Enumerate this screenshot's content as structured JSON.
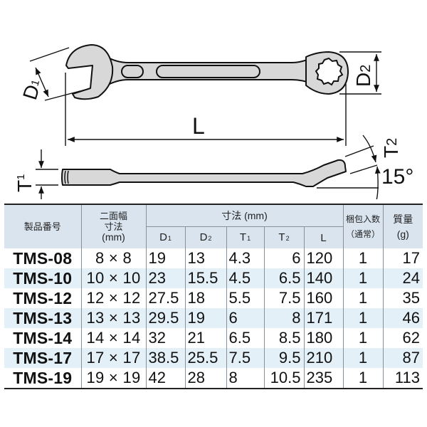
{
  "diagram": {
    "labels": {
      "D1": "D",
      "D1_sub": "1",
      "D2": "D",
      "D2_sub": "2",
      "L": "L",
      "T1": "T",
      "T1_sub": "1",
      "T2": "T",
      "T2_sub": "2",
      "angle": "15°"
    },
    "colors": {
      "wrench_fill": "#d8d8d8",
      "line": "#111111"
    }
  },
  "table": {
    "headers": {
      "model": "製品番号",
      "size_line1": "二面幅",
      "size_line2": "寸法",
      "size_line3": "(mm)",
      "dimensions_group": "寸法 (mm)",
      "packing_line1": "梱包入数",
      "packing_line2": "（通常）",
      "weight_line1": "質量",
      "weight_line2": "(g)",
      "D1": "D",
      "D1_sub": "1",
      "D2": "D",
      "D2_sub": "2",
      "T1": "T",
      "T1_sub": "1",
      "T2": "T",
      "T2_sub": "2",
      "L": "L"
    },
    "colors": {
      "header_bg": "#d9e4ef",
      "stripe_bg": "#e3f0f8",
      "border": "#8a9098"
    },
    "rows": [
      {
        "model": "TMS-08",
        "size": "8 ×  8",
        "D1": "19",
        "D2": "13",
        "T1": "4.3",
        "T2": "6",
        "L": "120",
        "qty": "1",
        "weight": "17"
      },
      {
        "model": "TMS-10",
        "size": "10 × 10",
        "D1": "23",
        "D2": "15.5",
        "T1": "4.5",
        "T2": "6.5",
        "L": "140",
        "qty": "1",
        "weight": "24"
      },
      {
        "model": "TMS-12",
        "size": "12 × 12",
        "D1": "27.5",
        "D2": "18",
        "T1": "5.5",
        "T2": "7.5",
        "L": "160",
        "qty": "1",
        "weight": "35"
      },
      {
        "model": "TMS-13",
        "size": "13 × 13",
        "D1": "29.5",
        "D2": "19",
        "T1": "6",
        "T2": "8",
        "L": "171",
        "qty": "1",
        "weight": "46"
      },
      {
        "model": "TMS-14",
        "size": "14 × 14",
        "D1": "32",
        "D2": "21",
        "T1": "6.5",
        "T2": "8.5",
        "L": "180",
        "qty": "1",
        "weight": "62"
      },
      {
        "model": "TMS-17",
        "size": "17 × 17",
        "D1": "38.5",
        "D2": "25.5",
        "T1": "7.5",
        "T2": "9.5",
        "L": "210",
        "qty": "1",
        "weight": "87"
      },
      {
        "model": "TMS-19",
        "size": "19 × 19",
        "D1": "42",
        "D2": "28",
        "T1": "8",
        "T2": "10.5",
        "L": "235",
        "qty": "1",
        "weight": "113"
      }
    ]
  }
}
